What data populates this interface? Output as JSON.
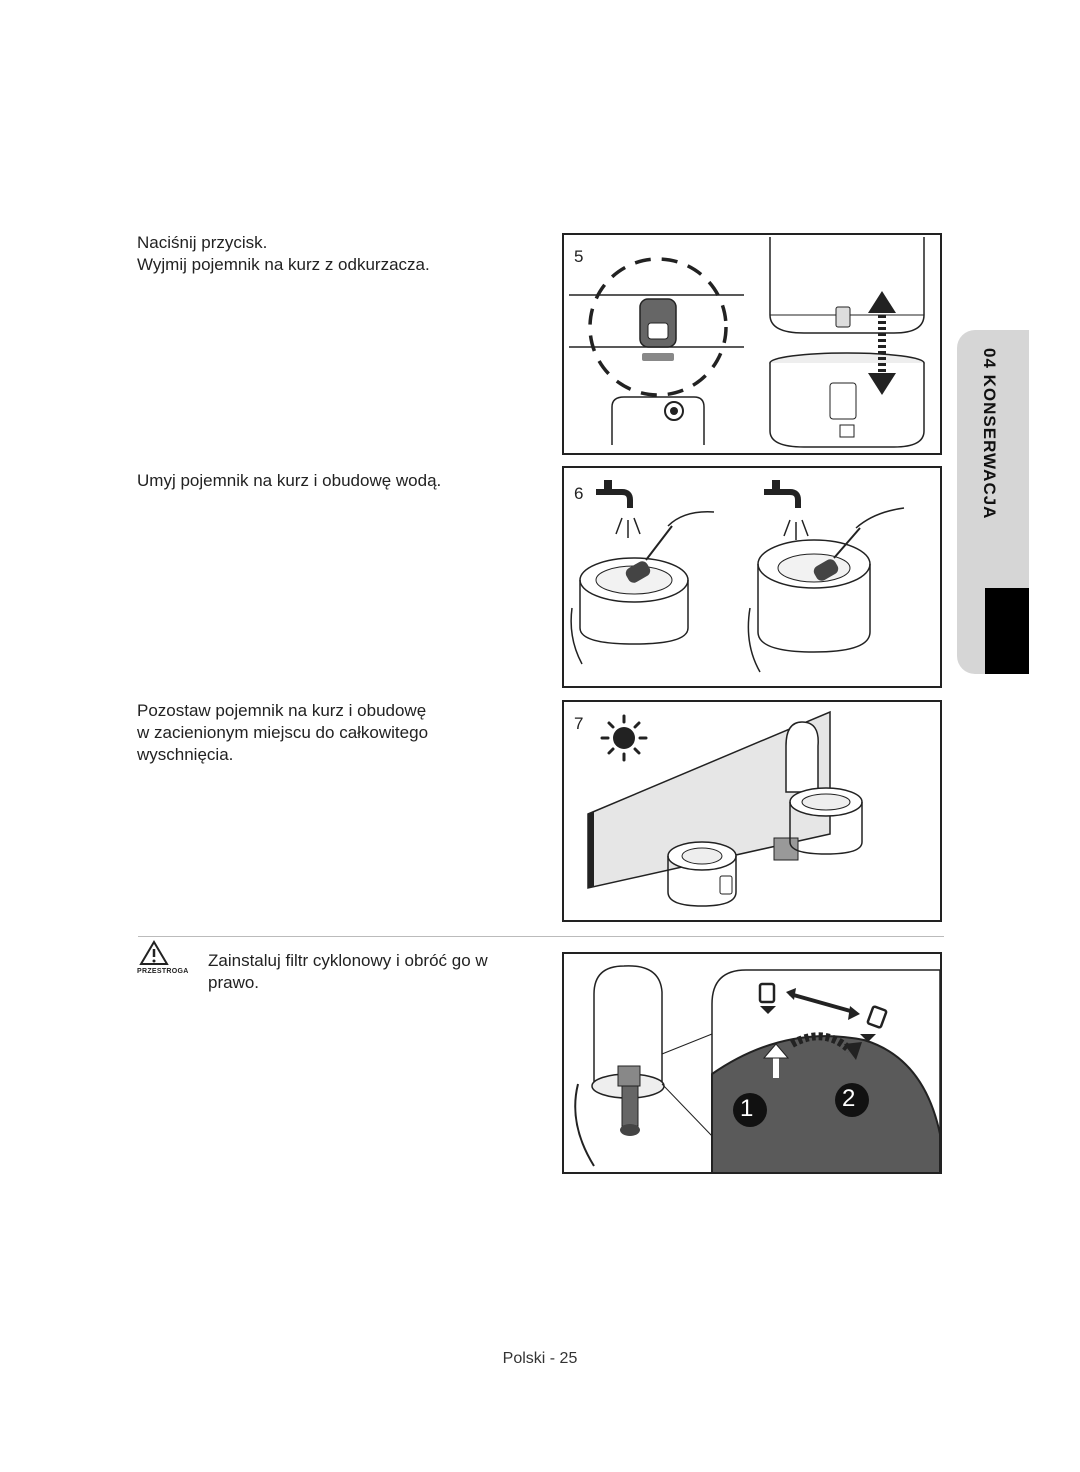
{
  "section_tab": {
    "label": "04 KONSERWACJA"
  },
  "steps": [
    {
      "number": "5",
      "lines": [
        "Naciśnij przycisk.",
        "Wyjmij pojemnik na kurz z odkurzacza."
      ]
    },
    {
      "number": "6",
      "lines": [
        "Umyj pojemnik na kurz i obudowę wodą."
      ]
    },
    {
      "number": "7",
      "lines": [
        "Pozostaw pojemnik na kurz i obudowę",
        "w zacienionym miejscu do całkowitego",
        "wyschnięcia."
      ]
    }
  ],
  "caution": {
    "label": "PRZESTROGA",
    "lines": [
      "Zainstaluj filtr cyklonowy i obróć go w",
      "prawo."
    ],
    "markers": [
      "1",
      "2"
    ]
  },
  "footer": {
    "page_label": "Polski - 25"
  },
  "colors": {
    "tab_gray": "#d6d6d6",
    "tab_black": "#000000",
    "wall": "#e6e6e6",
    "disc": "#5a5a5a"
  },
  "icons": [
    "sun-icon",
    "warning-icon",
    "faucet-icon",
    "arrow-icon"
  ]
}
